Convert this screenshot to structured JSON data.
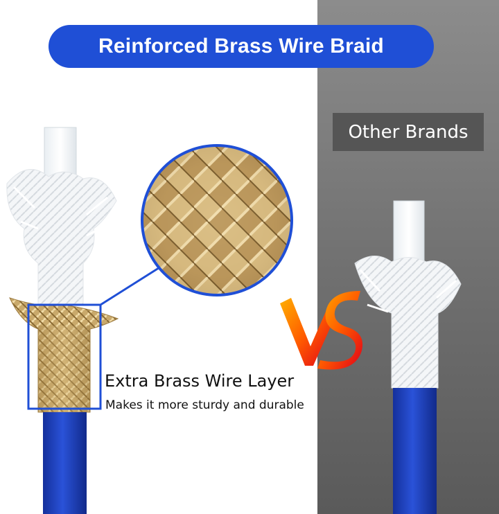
{
  "title": "Reinforced Brass Wire Braid",
  "other_brands_label": "Other Brands",
  "callout": {
    "heading": "Extra Brass Wire Layer",
    "subtext": "Makes it more sturdy and durable"
  },
  "vs_label": "VS",
  "colors": {
    "title_bg": "#1f4fd6",
    "hose_blue": "#1e3fc0",
    "brass": "#c9a96b",
    "highlight_box": "#1f4fd6",
    "right_panel": "#7a7a7a"
  }
}
